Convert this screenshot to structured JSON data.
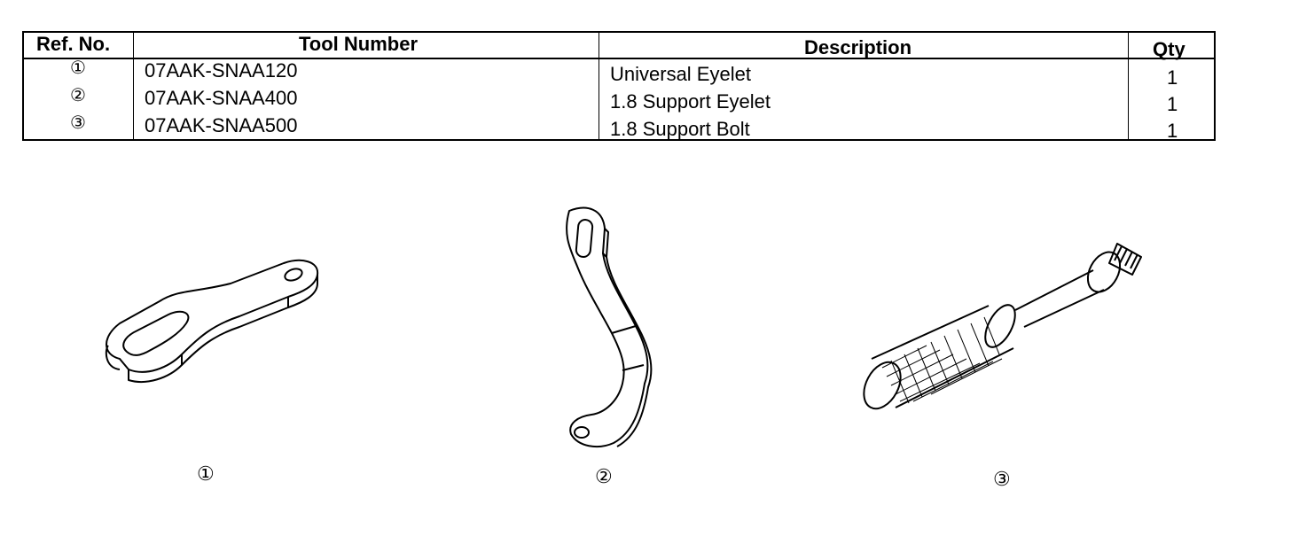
{
  "table": {
    "headers": {
      "ref": "Ref. No.",
      "tool": "Tool Number",
      "desc": "Description",
      "qty": "Qty"
    },
    "rows": [
      {
        "ref": "①",
        "tool": "07AAK-SNAA120",
        "desc": "Universal Eyelet",
        "qty": "1"
      },
      {
        "ref": "②",
        "tool": "07AAK-SNAA400",
        "desc": "1.8 Support Eyelet",
        "qty": "1"
      },
      {
        "ref": "③",
        "tool": "07AAK-SNAA500",
        "desc": "1.8 Support Bolt",
        "qty": "1"
      }
    ]
  },
  "figures": {
    "captions": [
      "①",
      "②",
      "③"
    ],
    "icons": [
      "universal-eyelet-icon",
      "support-eyelet-icon",
      "support-bolt-icon"
    ]
  }
}
